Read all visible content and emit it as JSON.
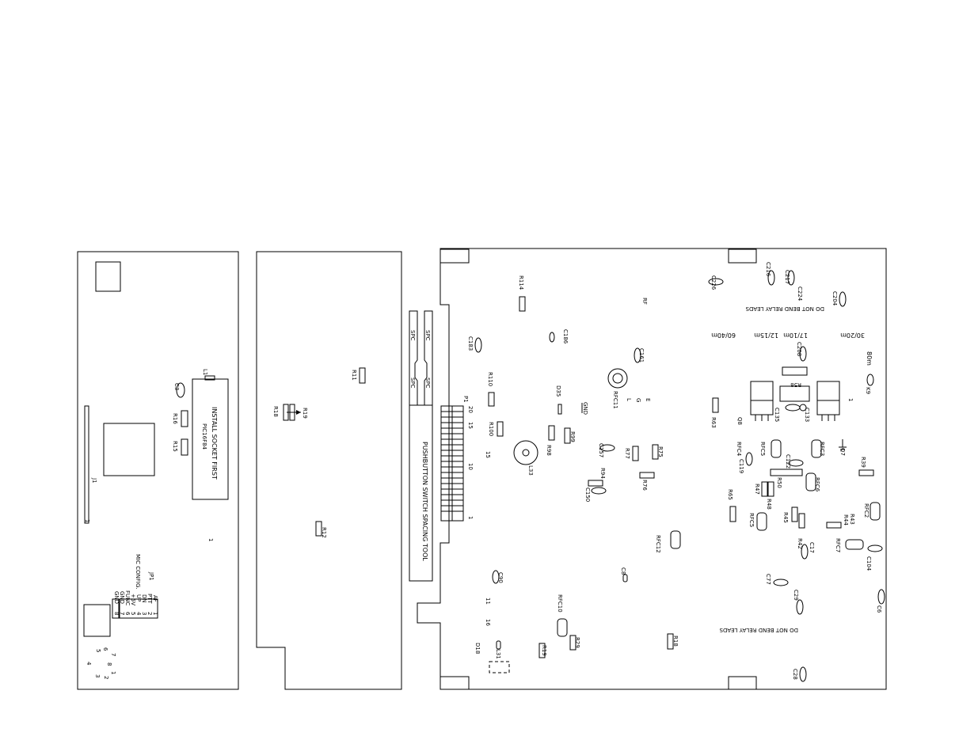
{
  "left_board": {
    "j1": "J1",
    "j1_pin": "1",
    "c3": "C3",
    "r16": "R16",
    "r15": "R15",
    "l1": "L1",
    "install_note": "INSTALL SOCKET FIRST",
    "socket_part": "PIC16F84",
    "pin1_mark": "1",
    "jp1": "JP1",
    "mic_config": "MIC CONFIG.",
    "jp1_labels": [
      "AF",
      "PTT",
      "DN",
      "UP",
      "+5V",
      "FUNC",
      "GND",
      "GND"
    ],
    "jp1_pins": [
      "1",
      "2",
      "3",
      "4",
      "5",
      "6",
      "7",
      "8"
    ],
    "mic_pins": [
      "6",
      "7",
      "5",
      "8",
      "4",
      "1",
      "3",
      "2"
    ]
  },
  "middle_board": {
    "r11": "R11",
    "r19": "R19",
    "r18": "R18",
    "r12": "R12",
    "spc": "SPC",
    "spacing_tool": "PUSHBUTTON SWITCH SPACING TOOL"
  },
  "right_board": {
    "p1": "P1",
    "p1_pins": [
      "20",
      "15",
      "10",
      "1"
    ],
    "r114": "R114",
    "c183": "C183",
    "c186": "C186",
    "r110": "R110",
    "r100": "R100",
    "l33": "L33",
    "d35": "D35",
    "gnd": "GND",
    "r98": "R98",
    "r99": "R99",
    "c161": "C161",
    "rfc11": "RFC11",
    "pin_labels": [
      "E",
      "G",
      "L"
    ],
    "rf": "RF",
    "c157": "C157",
    "r77": "R77",
    "r75": "R75",
    "r76": "R76",
    "r94": "R94",
    "c150": "C150",
    "rfc12": "RFC12",
    "c90": "C90",
    "c8": "C8",
    "rfc10": "RFC10",
    "r29": "R29",
    "r19": "R19",
    "r18": "R18",
    "d18": "D18",
    "l31": "L31",
    "pin11": "11",
    "pin16": "16",
    "c226": "C226",
    "c216": "C216",
    "c217": "C217",
    "c224": "C224",
    "c204": "C204",
    "relay_note_top": "DO NOT BEND RELAY LEADS",
    "bands": [
      "30/20m",
      "17/10m",
      "12/15m",
      "60/40m"
    ],
    "c208": "C208",
    "band_80m": "80m",
    "k9": "K9",
    "r58": "R58",
    "c135": "C135",
    "c133": "C133",
    "q8": "Q8",
    "q7": "Q7",
    "r63": "R63",
    "rfc4": "RFC4",
    "rfc5": "RFC5",
    "rfc3": "RFC3",
    "c119": "C119",
    "c122": "C122",
    "r50": "R50",
    "rfc6": "RFC6",
    "r47": "R47",
    "r48": "R48",
    "r39": "R39",
    "r65": "R65",
    "rfc5b": "RFC5",
    "r45": "R45",
    "r44": "R44",
    "r43": "R43",
    "rfc2": "RFC2",
    "c17": "C17",
    "r42": "R42",
    "rfc7": "RFC7",
    "c104": "C104",
    "c77": "C77",
    "c29": "C29",
    "c6": "C6",
    "relay_note_bottom": "DO NOT BEND RELAY LEADS",
    "c28": "C28"
  }
}
